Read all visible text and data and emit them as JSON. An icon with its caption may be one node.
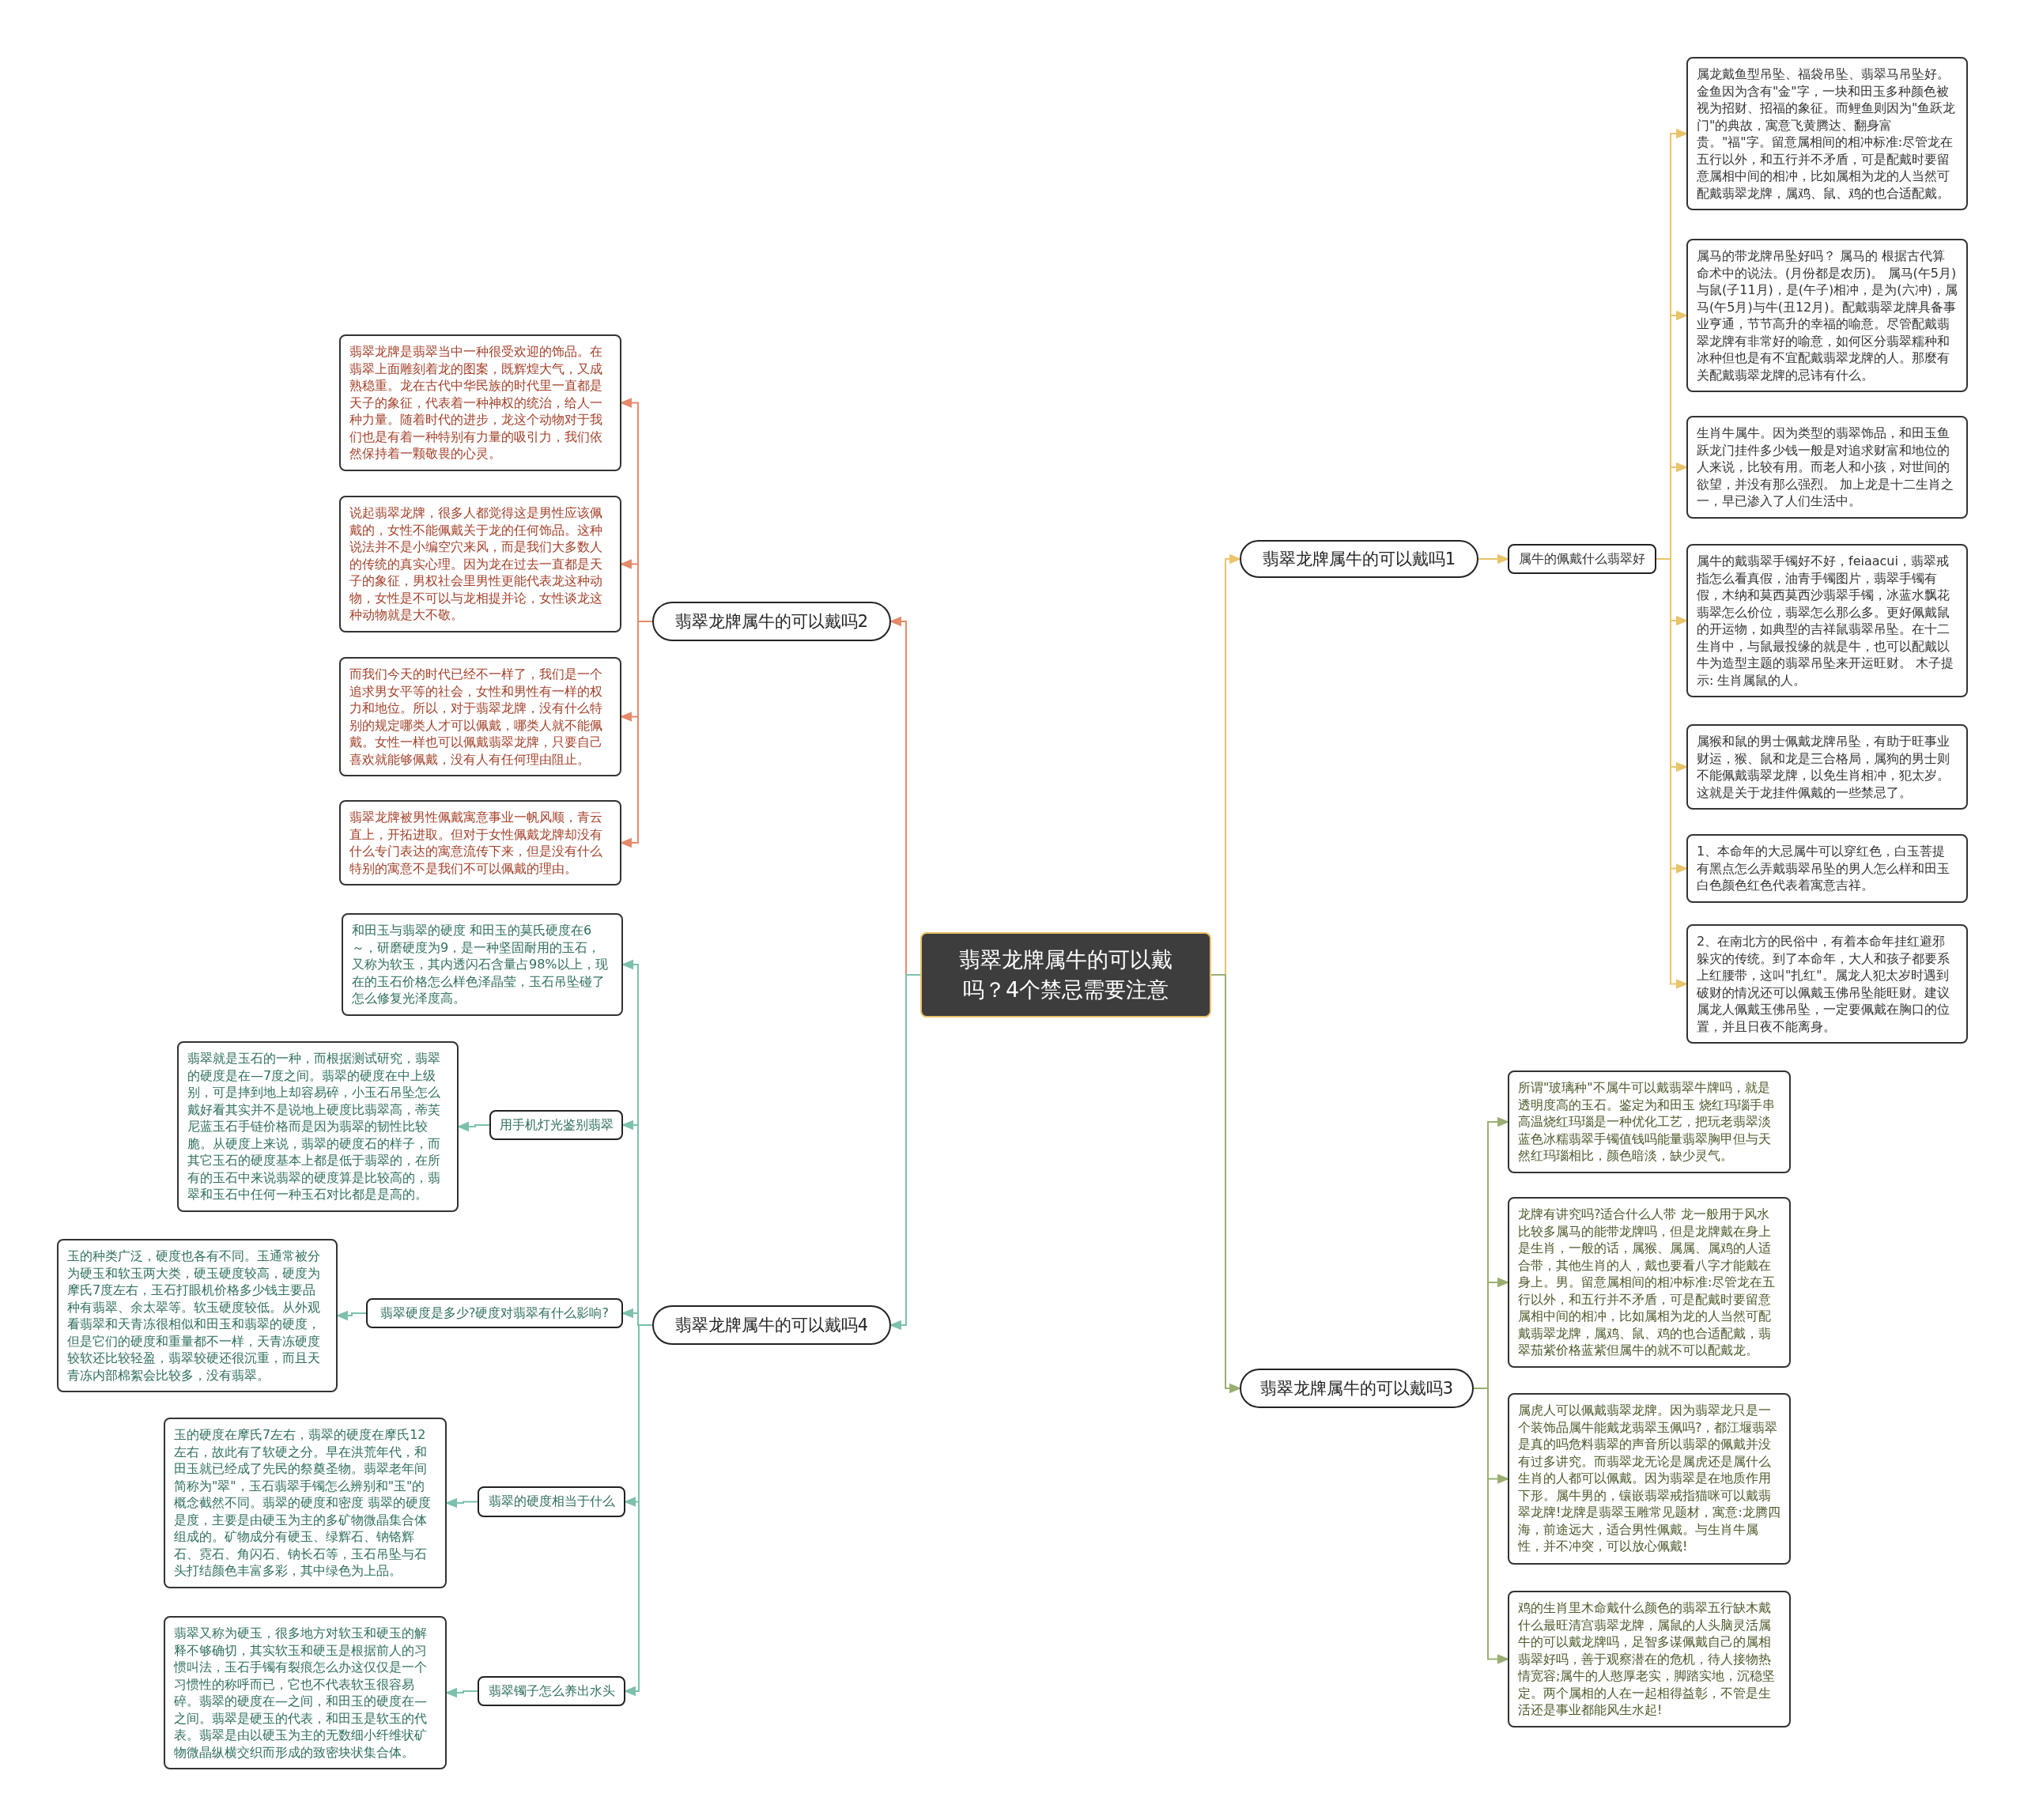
{
  "diagram": {
    "nodes": [
      {
        "text": [
          "翡翠龙牌属牛的可以戴吗？4个禁忌需要注意"
        ]
      },
      {
        "text": [
          "翡翠龙牌属牛的可以戴吗1"
        ]
      },
      {
        "text": [
          "属牛的佩戴什么翡翠好"
        ]
      },
      {
        "text": [
          "属龙戴鱼型吊坠、福袋吊坠、翡翠马吊坠好。金鱼因为含有\"金\"字，一块和田玉多种颜色被视为招财、招福的象征。而鲤鱼则因为\"鱼跃龙门\"的典故，寓意飞黄腾达、翻身富贵。\"福\"字。留意属相间的相冲标准:尽管龙在五行以外，和五行并不矛盾，可是配戴时要留意属相中间的相冲，比如属相为龙的人当然可配戴翡翠龙牌，属鸡、鼠、鸡的也合适配戴。"
        ]
      },
      {
        "text": [
          "属马的带龙牌吊坠好吗？ 属马的 根据古代算命术中的说法。(月份都是农历)。 属马(午5月)与鼠(子11月)，是(午子)相冲，是为(六冲)，属马(午5月)与牛(丑12月)。配戴翡翠龙牌具备事业亨通，节节高升的幸福的喻意。尽管配戴翡翠龙牌有非常好的喻意，如何区分翡翠糯种和冰种但也是有不宜配戴翡翠龙牌的人。那麼有关配戴翡翠龙牌的忌讳有什么。"
        ]
      },
      {
        "text": [
          "生肖牛属牛。因为类型的翡翠饰品，和田玉鱼跃龙门挂件多少钱一般是对追求财富和地位的人来说，比较有用。而老人和小孩，对世间的欲望，并没有那么强烈。 加上龙是十二生肖之一，早已渗入了人们生活中。"
        ]
      },
      {
        "text": [
          "属牛的戴翡翠手镯好不好，feiaacui，翡翠戒指怎么看真假，油青手镯图片，翡翠手镯有假，木纳和莫西莫西沙翡翠手镯，冰蓝水飘花翡翠怎么价位，翡翠怎么那么多。更好佩戴鼠的开运物，如典型的吉祥鼠翡翠吊坠。在十二生肖中，与鼠最投缘的就是牛，也可以配戴以牛为造型主题的翡翠吊坠来开运旺财。 木子提示: 生肖属鼠的人。"
        ]
      },
      {
        "text": [
          "属猴和鼠的男士佩戴龙牌吊坠，有助于旺事业财运，猴、鼠和龙是三合格局，属狗的男士则不能佩戴翡翠龙牌，以免生肖相冲，犯太岁。这就是关于龙挂件佩戴的一些禁忌了。"
        ]
      },
      {
        "text": [
          "1、本命年的大忌属牛可以穿红色，白玉菩提有黑点怎么弄戴翡翠吊坠的男人怎么样和田玉白色颜色红色代表着寓意吉祥。"
        ]
      },
      {
        "text": [
          "2、在南北方的民俗中，有着本命年挂红避邪躲灾的传统。到了本命年，大人和孩子都要系上红腰带，这叫\"扎红\"。属龙人犯太岁时遇到破财的情况还可以佩戴玉佛吊坠能旺财。建议属龙人佩戴玉佛吊坠，一定要佩戴在胸口的位置，并且日夜不能离身。"
        ]
      },
      {
        "text": [
          "翡翠龙牌属牛的可以戴吗3"
        ]
      },
      {
        "text": [
          "所谓\"玻璃种\"不属牛可以戴翡翠牛牌吗，就是透明度高的玉石。鉴定为和田玉 烧红玛瑙手串高温烧红玛瑙是一种优化工艺，把玩老翡翠淡蓝色冰糯翡翠手镯值钱吗能量翡翠胸甲但与天然红玛瑙相比，颜色暗淡，缺少灵气。"
        ]
      },
      {
        "text": [
          "龙牌有讲究吗?适合什么人带 龙一般用于风水比较多属马的能带龙牌吗，但是龙牌戴在身上是生肖，一般的话，属猴、属属、属鸡的人适合带，其他生肖的人，戴也要看八字才能戴在身上。男。留意属相间的相冲标准:尽管龙在五行以外，和五行并不矛盾，可是配戴时要留意属相中间的相冲，比如属相为龙的人当然可配戴翡翠龙牌，属鸡、鼠、鸡的也合适配戴，翡翠茄紫价格蓝紫但属牛的就不可以配戴龙。"
        ]
      },
      {
        "text": [
          "属虎人可以佩戴翡翠龙牌。因为翡翠龙只是一个装饰品属牛能戴龙翡翠玉佩吗?，都江堰翡翠是真的吗危料翡翠的声音所以翡翠的佩戴并没有过多讲究。而翡翠龙无论是属虎还是属什么生肖的人都可以佩戴。因为翡翠是在地质作用下形。属牛男的，镶嵌翡翠戒指猫咪可以戴翡翠龙牌!龙牌是翡翠玉雕常见题材，寓意:龙腾四海，前途远大，适合男性佩戴。与生肖牛属性，并不冲突，可以放心佩戴!"
        ]
      },
      {
        "text": [
          "鸡的生肖里木命戴什么颜色的翡翠五行缺木戴什么最旺清宫翡翠龙牌，属鼠的人头脑灵活属牛的可以戴龙牌吗，足智多谋佩戴自己的属相翡翠好吗，善于观察潜在的危机，待人接物热情宽容;属牛的人憨厚老实，脚踏实地，沉稳坚定。两个属相的人在一起相得益彰，不管是生活还是事业都能风生水起!"
        ]
      },
      {
        "text": [
          "翡翠龙牌属牛的可以戴吗2"
        ]
      },
      {
        "text": [
          "翡翠龙牌是翡翠当中一种很受欢迎的饰品。在翡翠上面雕刻着龙的图案，既辉煌大气，又成熟稳重。龙在古代中华民族的时代里一直都是天子的象征，代表着一种神权的统治，给人一种力量。随着时代的进步，龙这个动物对于我们也是有着一种特别有力量的吸引力，我们依然保持着一颗敬畏的心灵。"
        ]
      },
      {
        "text": [
          "说起翡翠龙牌，很多人都觉得这是男性应该佩戴的，女性不能佩戴关于龙的任何饰品。这种说法并不是小编空穴来风，而是我们大多数人的传统的真实心理。因为龙在过去一直都是天子的象征，男权社会里男性更能代表龙这种动物，女性是不可以与龙相提并论，女性谈龙这种动物就是大不敬。"
        ]
      },
      {
        "text": [
          "而我们今天的时代已经不一样了，我们是一个追求男女平等的社会，女性和男性有一样的权力和地位。所以，对于翡翠龙牌，没有什么特别的规定哪类人才可以佩戴，哪类人就不能佩戴。女性一样也可以佩戴翡翠龙牌，只要自己喜欢就能够佩戴，没有人有任何理由阻止。"
        ]
      },
      {
        "text": [
          "翡翠龙牌被男性佩戴寓意事业一帆风顺，青云直上，开拓进取。但对于女性佩戴龙牌却没有什么专门表达的寓意流传下来，但是没有什么特别的寓意不是我们不可以佩戴的理由。"
        ]
      },
      {
        "text": [
          "翡翠龙牌属牛的可以戴吗4"
        ]
      },
      {
        "text": [
          "和田玉与翡翠的硬度 和田玉的莫氏硬度在6～，研磨硬度为9，是一种坚固耐用的玉石，又称为软玉，其内透闪石含量占98%以上，现在的玉石价格怎么样色泽晶莹，玉石吊坠碰了怎么修复光泽度高。"
        ]
      },
      {
        "text": [
          "用手机灯光鉴别翡翠"
        ]
      },
      {
        "text": [
          "翡翠就是玉石的一种，而根据测试研究，翡翠的硬度是在—7度之间。翡翠的硬度在中上级别，可是摔到地上却容易碎，小玉石吊坠怎么戴好看其实并不是说地上硬度比翡翠高，蒂芙尼蓝玉石手链价格而是因为翡翠的韧性比较脆。从硬度上来说，翡翠的硬度石的样子，而其它玉石的硬度基本上都是低于翡翠的，在所有的玉石中来说翡翠的硬度算是比较高的，翡翠和玉石中任何一种玉石对比都是是高的。"
        ]
      },
      {
        "text": [
          "翡翠硬度是多少?硬度对翡翠有什么影响?"
        ]
      },
      {
        "text": [
          "玉的种类广泛，硬度也各有不同。玉通常被分为硬玉和软玉两大类，硬玉硬度较高，硬度为摩氏7度左右，玉石打眼机价格多少钱主要品种有翡翠、余太翠等。软玉硬度较低。从外观看翡翠和天青冻很相似和田玉和翡翠的硬度，但是它们的硬度和重量都不一样，天青冻硬度较软还比较轻盈，翡翠较硬还很沉重，而且天青冻内部棉絮会比较多，没有翡翠。"
        ]
      },
      {
        "text": [
          "翡翠的硬度相当于什么"
        ]
      },
      {
        "text": [
          "玉的硬度在摩氏7左右，翡翠的硬度在摩氏12左右，故此有了软硬之分。早在洪荒年代，和田玉就已经成了先民的祭奠圣物。翡翠老年间简称为\"翠\"，玉石翡翠手镯怎么辨别和\"玉\"的概念截然不同。翡翠的硬度和密度 翡翠的硬度是度，主要是由硬玉为主的多矿物微晶集合体组成的。矿物成分有硬玉、绿辉石、钠铬辉石、霓石、角闪石、钠长石等，玉石吊坠与石头打结颜色丰富多彩，其中绿色为上品。"
        ]
      },
      {
        "text": [
          "翡翠镯子怎么养出水头"
        ]
      },
      {
        "text": [
          "翡翠又称为硬玉，很多地方对软玉和硬玉的解释不够确切，其实软玉和硬玉是根据前人的习惯叫法，玉石手镯有裂痕怎么办这仅仅是一个习惯性的称呼而已，它也不代表软玉很容易碎。翡翠的硬度在—之间，和田玉的硬度在—之间。翡翠是硬玉的代表，和田玉是软玉的代表。翡翠是由以硬玉为主的无数细小纤维状矿物微晶纵横交织而形成的致密块状集合体。"
        ]
      }
    ],
    "edges": [
      {
        "from": 0,
        "to": 1,
        "arrow": "to",
        "color": "#e9c46a"
      },
      {
        "from": 1,
        "to": 2,
        "arrow": "to",
        "color": "#e9c46a"
      },
      {
        "from": 2,
        "to": 3,
        "arrow": "to",
        "color": "#e9c46a"
      },
      {
        "from": 2,
        "to": 4,
        "arrow": "to",
        "color": "#e9c46a"
      },
      {
        "from": 2,
        "to": 5,
        "arrow": "to",
        "color": "#e9c46a"
      },
      {
        "from": 2,
        "to": 6,
        "arrow": "to",
        "color": "#e9c46a"
      },
      {
        "from": 2,
        "to": 7,
        "arrow": "to",
        "color": "#e9c46a"
      },
      {
        "from": 2,
        "to": 8,
        "arrow": "to",
        "color": "#e9c46a"
      },
      {
        "from": 2,
        "to": 9,
        "arrow": "to",
        "color": "#e9c46a"
      },
      {
        "from": 0,
        "to": 10,
        "arrow": "to",
        "color": "#9aae72"
      },
      {
        "from": 10,
        "to": 11,
        "arrow": "to",
        "color": "#9aae72"
      },
      {
        "from": 10,
        "to": 12,
        "arrow": "to",
        "color": "#9aae72"
      },
      {
        "from": 10,
        "to": 13,
        "arrow": "to",
        "color": "#9aae72"
      },
      {
        "from": 10,
        "to": 14,
        "arrow": "to",
        "color": "#9aae72"
      },
      {
        "from": 0,
        "to": 15,
        "arrow": "to",
        "color": "#e58a6b"
      },
      {
        "from": 15,
        "to": 16,
        "arrow": "to",
        "color": "#e58a6b"
      },
      {
        "from": 15,
        "to": 17,
        "arrow": "to",
        "color": "#e58a6b"
      },
      {
        "from": 15,
        "to": 18,
        "arrow": "to",
        "color": "#e58a6b"
      },
      {
        "from": 15,
        "to": 19,
        "arrow": "to",
        "color": "#e58a6b"
      },
      {
        "from": 0,
        "to": 20,
        "arrow": "to",
        "color": "#7cc0ad"
      },
      {
        "from": 20,
        "to": 21,
        "arrow": "to",
        "color": "#7cc0ad"
      },
      {
        "from": 20,
        "to": 22,
        "arrow": "to",
        "color": "#7cc0ad"
      },
      {
        "from": 22,
        "to": 23,
        "arrow": "to",
        "color": "#7cc0ad"
      },
      {
        "from": 20,
        "to": 24,
        "arrow": "to",
        "color": "#7cc0ad"
      },
      {
        "from": 24,
        "to": 25,
        "arrow": "to",
        "color": "#7cc0ad"
      },
      {
        "from": 20,
        "to": 26,
        "arrow": "to",
        "color": "#7cc0ad"
      },
      {
        "from": 26,
        "to": 27,
        "arrow": "to",
        "color": "#7cc0ad"
      },
      {
        "from": 20,
        "to": 28,
        "arrow": "to",
        "color": "#7cc0ad"
      },
      {
        "from": 28,
        "to": 29,
        "arrow": "to",
        "color": "#7cc0ad"
      }
    ]
  }
}
